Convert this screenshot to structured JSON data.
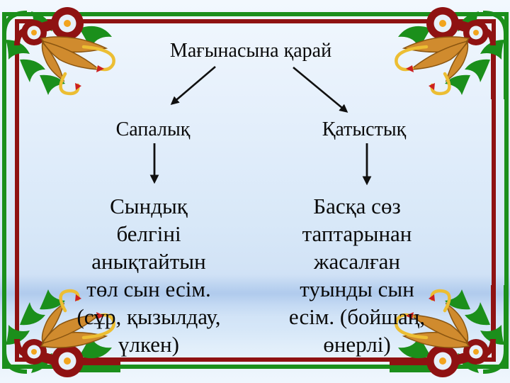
{
  "slide": {
    "title": "Мағынасына қарай",
    "branches": {
      "left": {
        "label": "Сапалық",
        "description": "Сындық\nбелгіні\nанықтайтын\nтөл сын есім.\n(сұр, қызылдау,\nүлкен)"
      },
      "right": {
        "label": "Қатыстық",
        "description": "Басқа сөз\nтаптарынан\nжасалған\nтуынды сын\nесім. (бойшаң,\nөнерлі)"
      }
    },
    "icons": {
      "corner_ornament": "kazakh-floral-corner-ornament",
      "arrows": "black-line-arrows"
    },
    "colors": {
      "frame_outer_green": "#1b8f1b",
      "frame_inner_maroon": "#8f1212",
      "ornament_orange": "#d08b2e",
      "ornament_gold": "#ecbe33",
      "ornament_accent_red": "#cc2020",
      "ornament_center_dot": "#f2a41e",
      "text": "#0a0a0a",
      "background_light": "#f2f8fe",
      "background_band": "#c9dcf4"
    }
  }
}
